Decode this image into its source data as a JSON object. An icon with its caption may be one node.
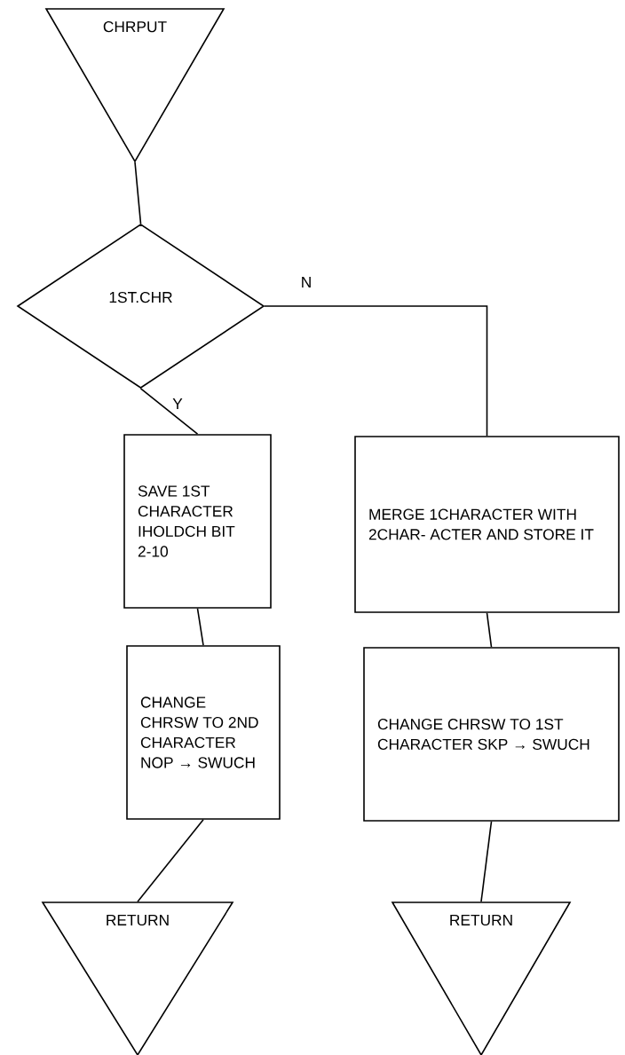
{
  "diagram": {
    "nodes": [
      {
        "text": [
          "CHRPUT"
        ]
      },
      {
        "text": [
          "1ST.CHR"
        ]
      },
      {
        "text": [
          "SAVE 1ST CHARACTER IHOLDCH BIT 2-10"
        ]
      },
      {
        "text": [
          "MERGE 1CHARACTER WITH 2CHAR- ACTER AND STORE IT"
        ]
      },
      {
        "text": [
          "CHANGE CHRSW TO 2ND CHARACTER NOP → SWUCH"
        ]
      },
      {
        "text": [
          "CHANGE CHRSW TO 1ST CHARACTER SKP → SWUCH"
        ]
      },
      {
        "text": [
          "RETURN"
        ]
      },
      {
        "text": [
          "RETURN"
        ]
      }
    ],
    "edges": [
      {
        "from": 0,
        "to": 1,
        "arrow": "none"
      },
      {
        "from": 1,
        "to": 2,
        "arrow": "none",
        "label": "Y"
      },
      {
        "from": 1,
        "to": 3,
        "arrow": "none",
        "label": "N"
      },
      {
        "from": 2,
        "to": 4,
        "arrow": "none"
      },
      {
        "from": 3,
        "to": 5,
        "arrow": "none"
      },
      {
        "from": 4,
        "to": 6,
        "arrow": "none"
      },
      {
        "from": 5,
        "to": 7,
        "arrow": "none"
      }
    ]
  }
}
